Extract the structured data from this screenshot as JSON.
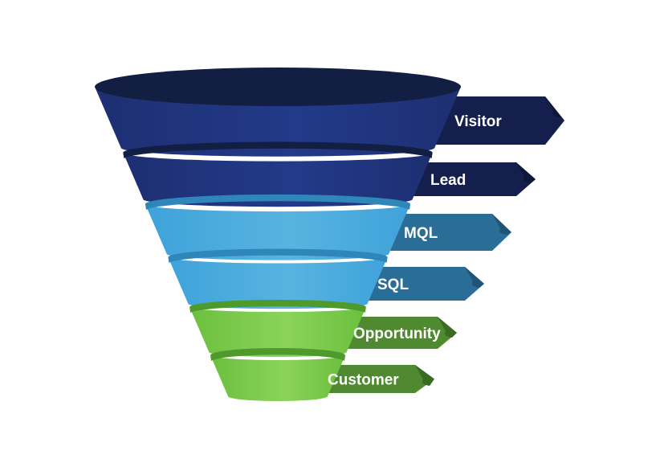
{
  "diagram": {
    "type": "sales-funnel",
    "stages": [
      {
        "label": "Visitor",
        "group": "navy"
      },
      {
        "label": "Lead",
        "group": "navy"
      },
      {
        "label": "MQL",
        "group": "blue"
      },
      {
        "label": "SQL",
        "group": "blue"
      },
      {
        "label": "Opportunity",
        "group": "green"
      },
      {
        "label": "Customer",
        "group": "green"
      }
    ],
    "colors": {
      "navy": {
        "body": "#1e2f72",
        "bodyLight": "#223a8a",
        "top": "#131f42",
        "banner": "#141f4d",
        "fold": "#0e1738"
      },
      "blue": {
        "body": "#3fa2da",
        "bodyLight": "#57b4e0",
        "top": "#2f86b8",
        "banner": "#2a6d96",
        "fold": "#1f5475"
      },
      "green": {
        "body": "#6bbf3e",
        "bodyLight": "#8bd35b",
        "top": "#4f9a2c",
        "banner": "#4f8a30",
        "fold": "#3a6b22"
      }
    }
  }
}
